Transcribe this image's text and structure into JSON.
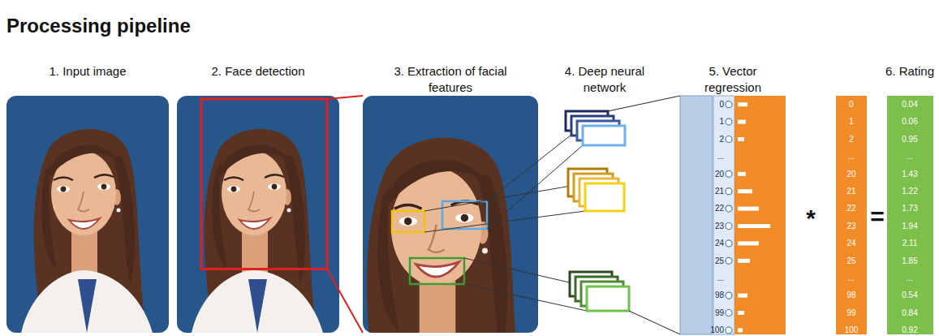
{
  "diagram": {
    "title": "Processing pipeline",
    "nodes": [
      {
        "text": [
          "1. Input image"
        ]
      },
      {
        "text": [
          "2. Face detection"
        ]
      },
      {
        "text": [
          "3. Extraction of facial features"
        ]
      },
      {
        "text": [
          "5. Vector regression",
          "0",
          "1",
          "2",
          "...",
          "20",
          "21",
          "22",
          "23",
          "24",
          "25",
          "...",
          "98",
          "99",
          "100"
        ]
      },
      {
        "text": [
          "0",
          "1",
          "2",
          "...",
          "20",
          "21",
          "22",
          "23",
          "24",
          "25",
          "...",
          "98",
          "99",
          "100"
        ]
      },
      {
        "text": [
          "6. Rating",
          "0.04",
          "0.06",
          "0.95",
          "...",
          "1.43",
          "1.22",
          "1.73",
          "1.94",
          "2.11",
          "1.85",
          "...",
          "0.54",
          "0.84",
          "0.92"
        ]
      }
    ],
    "labels": [
      "4. Deep neural network",
      "*",
      "="
    ]
  }
}
